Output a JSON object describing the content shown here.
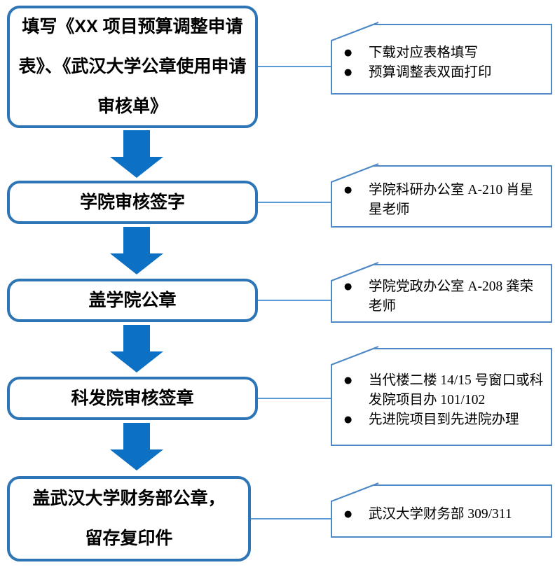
{
  "colors": {
    "box_border": "#2e75b6",
    "arrow_fill": "#0c70c4",
    "callout_border": "#4e89c6",
    "connector": "#5b9bd5",
    "text": "#000000",
    "background": "#ffffff"
  },
  "bullet_glyph": "●",
  "steps": [
    {
      "lines": [
        "填写《XX 项目预算调整申请",
        "表》、《武汉大学公章使用申请",
        "审核单》"
      ]
    },
    {
      "lines": [
        "学院审核签字"
      ]
    },
    {
      "lines": [
        "盖学院公章"
      ]
    },
    {
      "lines": [
        "科发院审核签章"
      ]
    },
    {
      "lines": [
        "盖武汉大学财务部公章，",
        "留存复印件"
      ]
    }
  ],
  "callouts": [
    {
      "bullets": [
        "下载对应表格填写",
        "预算调整表双面打印"
      ]
    },
    {
      "bullets": [
        "学院科研办公室 A-210 肖星星老师"
      ]
    },
    {
      "bullets": [
        "学院党政办公室 A-208 龚荣老师"
      ]
    },
    {
      "bullets": [
        "当代楼二楼 14/15 号窗口或科发院项目办 101/102",
        "先进院项目到先进院办理"
      ]
    },
    {
      "bullets": [
        "武汉大学财务部 309/311"
      ]
    }
  ]
}
